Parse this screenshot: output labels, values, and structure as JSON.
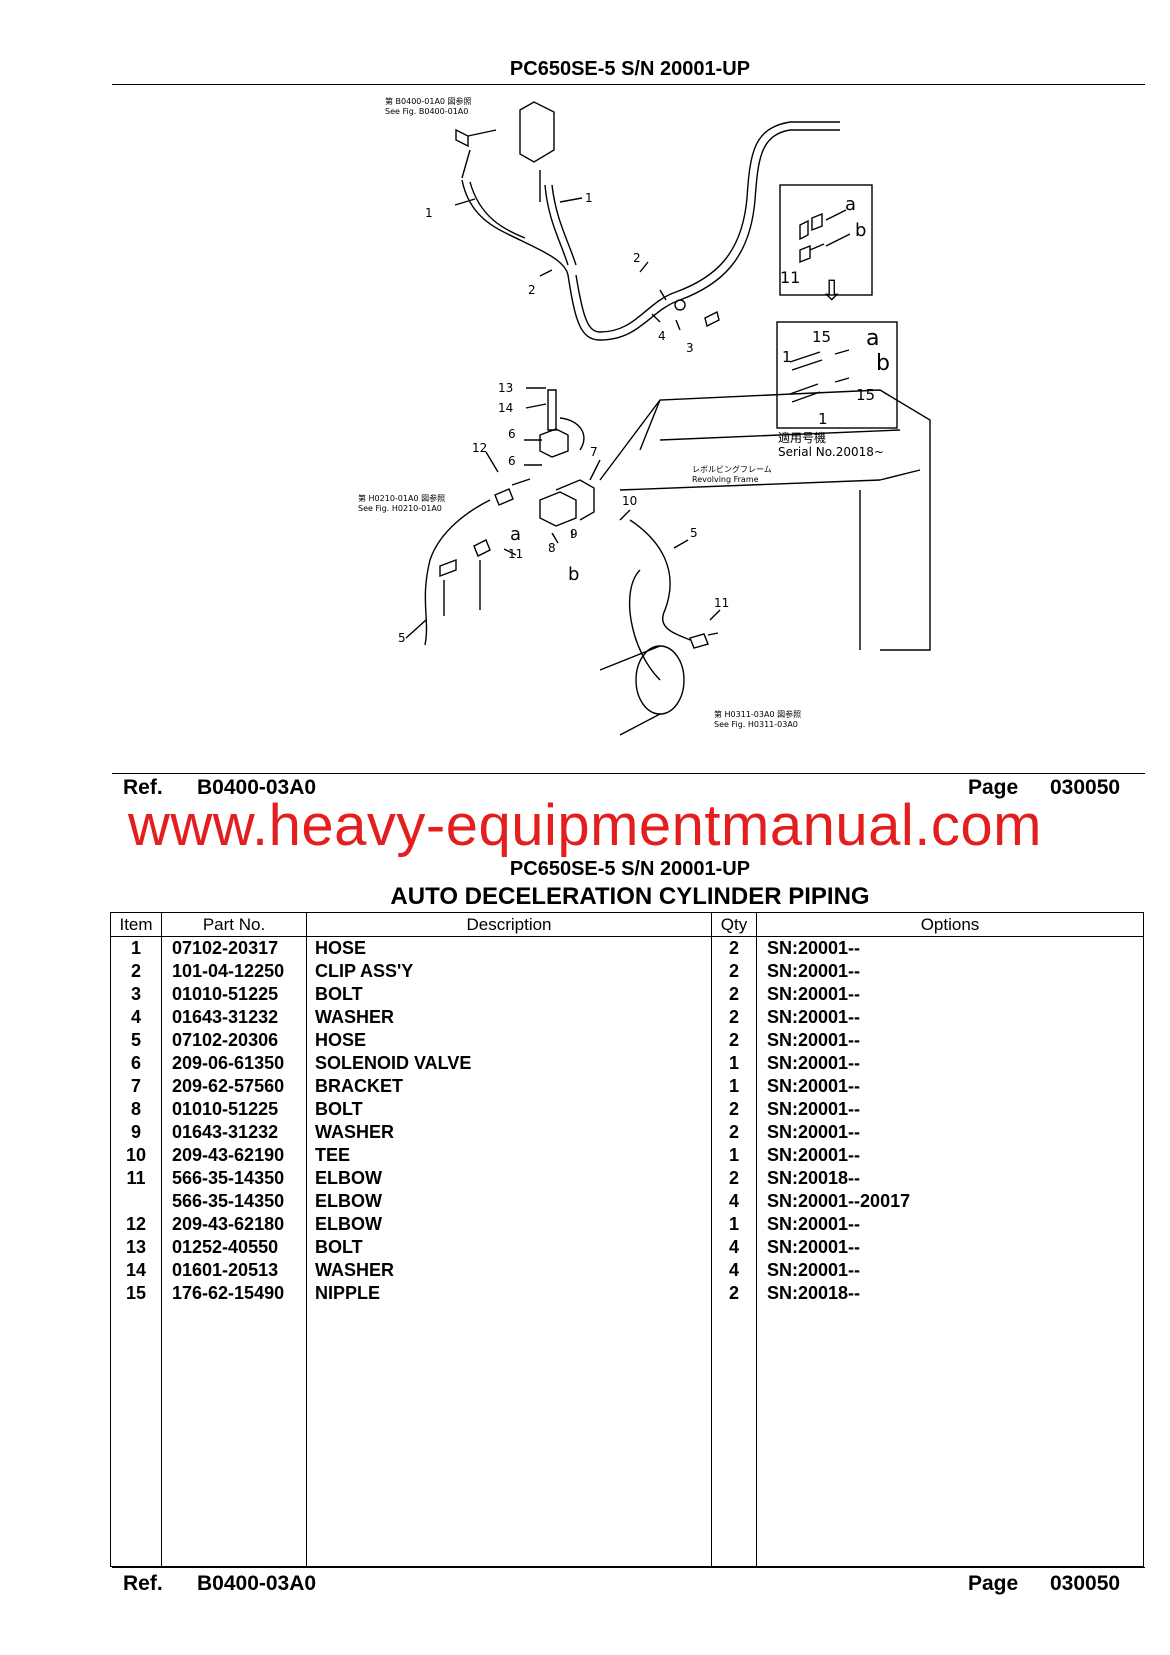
{
  "header_top": "PC650SE-5 S/N 20001-UP",
  "footer_top": {
    "ref_label": "Ref.",
    "ref": "B0400-03A0",
    "page_label": "Page",
    "page": "030050"
  },
  "watermark": "www.heavy-equipmentmanual.com",
  "header_bottom": "PC650SE-5 S/N 20001-UP",
  "title": "AUTO DECELERATION CYLINDER PIPING",
  "footer_bottom": {
    "ref_label": "Ref.",
    "ref": "B0400-03A0",
    "page_label": "Page",
    "page": "030050"
  },
  "diagram": {
    "callouts": [
      "1",
      "1",
      "2",
      "2",
      "3",
      "4",
      "5",
      "5",
      "6",
      "6",
      "7",
      "8",
      "9",
      "10",
      "11",
      "11",
      "12",
      "13",
      "14"
    ],
    "ref_top": "第 B0400-01A0 図参照",
    "ref_top_en": "See Fig. B0400-01A0",
    "ref_left": "第 H0210-01A0 図参照",
    "ref_left_en": "See Fig. H0210-01A0",
    "ref_bottom": "第 H0311-03A0 図参照",
    "ref_bottom_en": "See Fig. H0311-03A0",
    "frame_jp": "レボルビングフレーム",
    "frame_en": "Revolving Frame",
    "serial_jp": "適用号機",
    "serial_en": "Serial No.20018~",
    "letter_a": "a",
    "letter_b": "b",
    "inset_top_item": "11",
    "inset_bottom_items": [
      "15",
      "1",
      "15",
      "1"
    ],
    "arrow": "⇩"
  },
  "table": {
    "headers": [
      "Item",
      "Part No.",
      "Description",
      "Qty",
      "Options"
    ],
    "rows": [
      {
        "item": "1",
        "part": "07102-20317",
        "desc": "HOSE",
        "qty": "2",
        "opt": "SN:20001--"
      },
      {
        "item": "2",
        "part": "101-04-12250",
        "desc": "CLIP ASS'Y",
        "qty": "2",
        "opt": "SN:20001--"
      },
      {
        "item": "3",
        "part": "01010-51225",
        "desc": "BOLT",
        "qty": "2",
        "opt": "SN:20001--"
      },
      {
        "item": "4",
        "part": "01643-31232",
        "desc": "WASHER",
        "qty": "2",
        "opt": "SN:20001--"
      },
      {
        "item": "5",
        "part": "07102-20306",
        "desc": "HOSE",
        "qty": "2",
        "opt": "SN:20001--"
      },
      {
        "item": "6",
        "part": "209-06-61350",
        "desc": "SOLENOID VALVE",
        "qty": "1",
        "opt": "SN:20001--"
      },
      {
        "item": "7",
        "part": "209-62-57560",
        "desc": "BRACKET",
        "qty": "1",
        "opt": "SN:20001--"
      },
      {
        "item": "8",
        "part": "01010-51225",
        "desc": "BOLT",
        "qty": "2",
        "opt": "SN:20001--"
      },
      {
        "item": "9",
        "part": "01643-31232",
        "desc": "WASHER",
        "qty": "2",
        "opt": "SN:20001--"
      },
      {
        "item": "10",
        "part": "209-43-62190",
        "desc": "TEE",
        "qty": "1",
        "opt": "SN:20001--"
      },
      {
        "item": "11",
        "part": "566-35-14350",
        "desc": "ELBOW",
        "qty": "2",
        "opt": "SN:20018--"
      },
      {
        "item": "",
        "part": "566-35-14350",
        "desc": "ELBOW",
        "qty": "4",
        "opt": "SN:20001--20017"
      },
      {
        "item": "12",
        "part": "209-43-62180",
        "desc": "ELBOW",
        "qty": "1",
        "opt": "SN:20001--"
      },
      {
        "item": "13",
        "part": "01252-40550",
        "desc": "BOLT",
        "qty": "4",
        "opt": "SN:20001--"
      },
      {
        "item": "14",
        "part": "01601-20513",
        "desc": "WASHER",
        "qty": "4",
        "opt": "SN:20001--"
      },
      {
        "item": "15",
        "part": "176-62-15490",
        "desc": "NIPPLE",
        "qty": "2",
        "opt": "SN:20018--"
      }
    ]
  }
}
